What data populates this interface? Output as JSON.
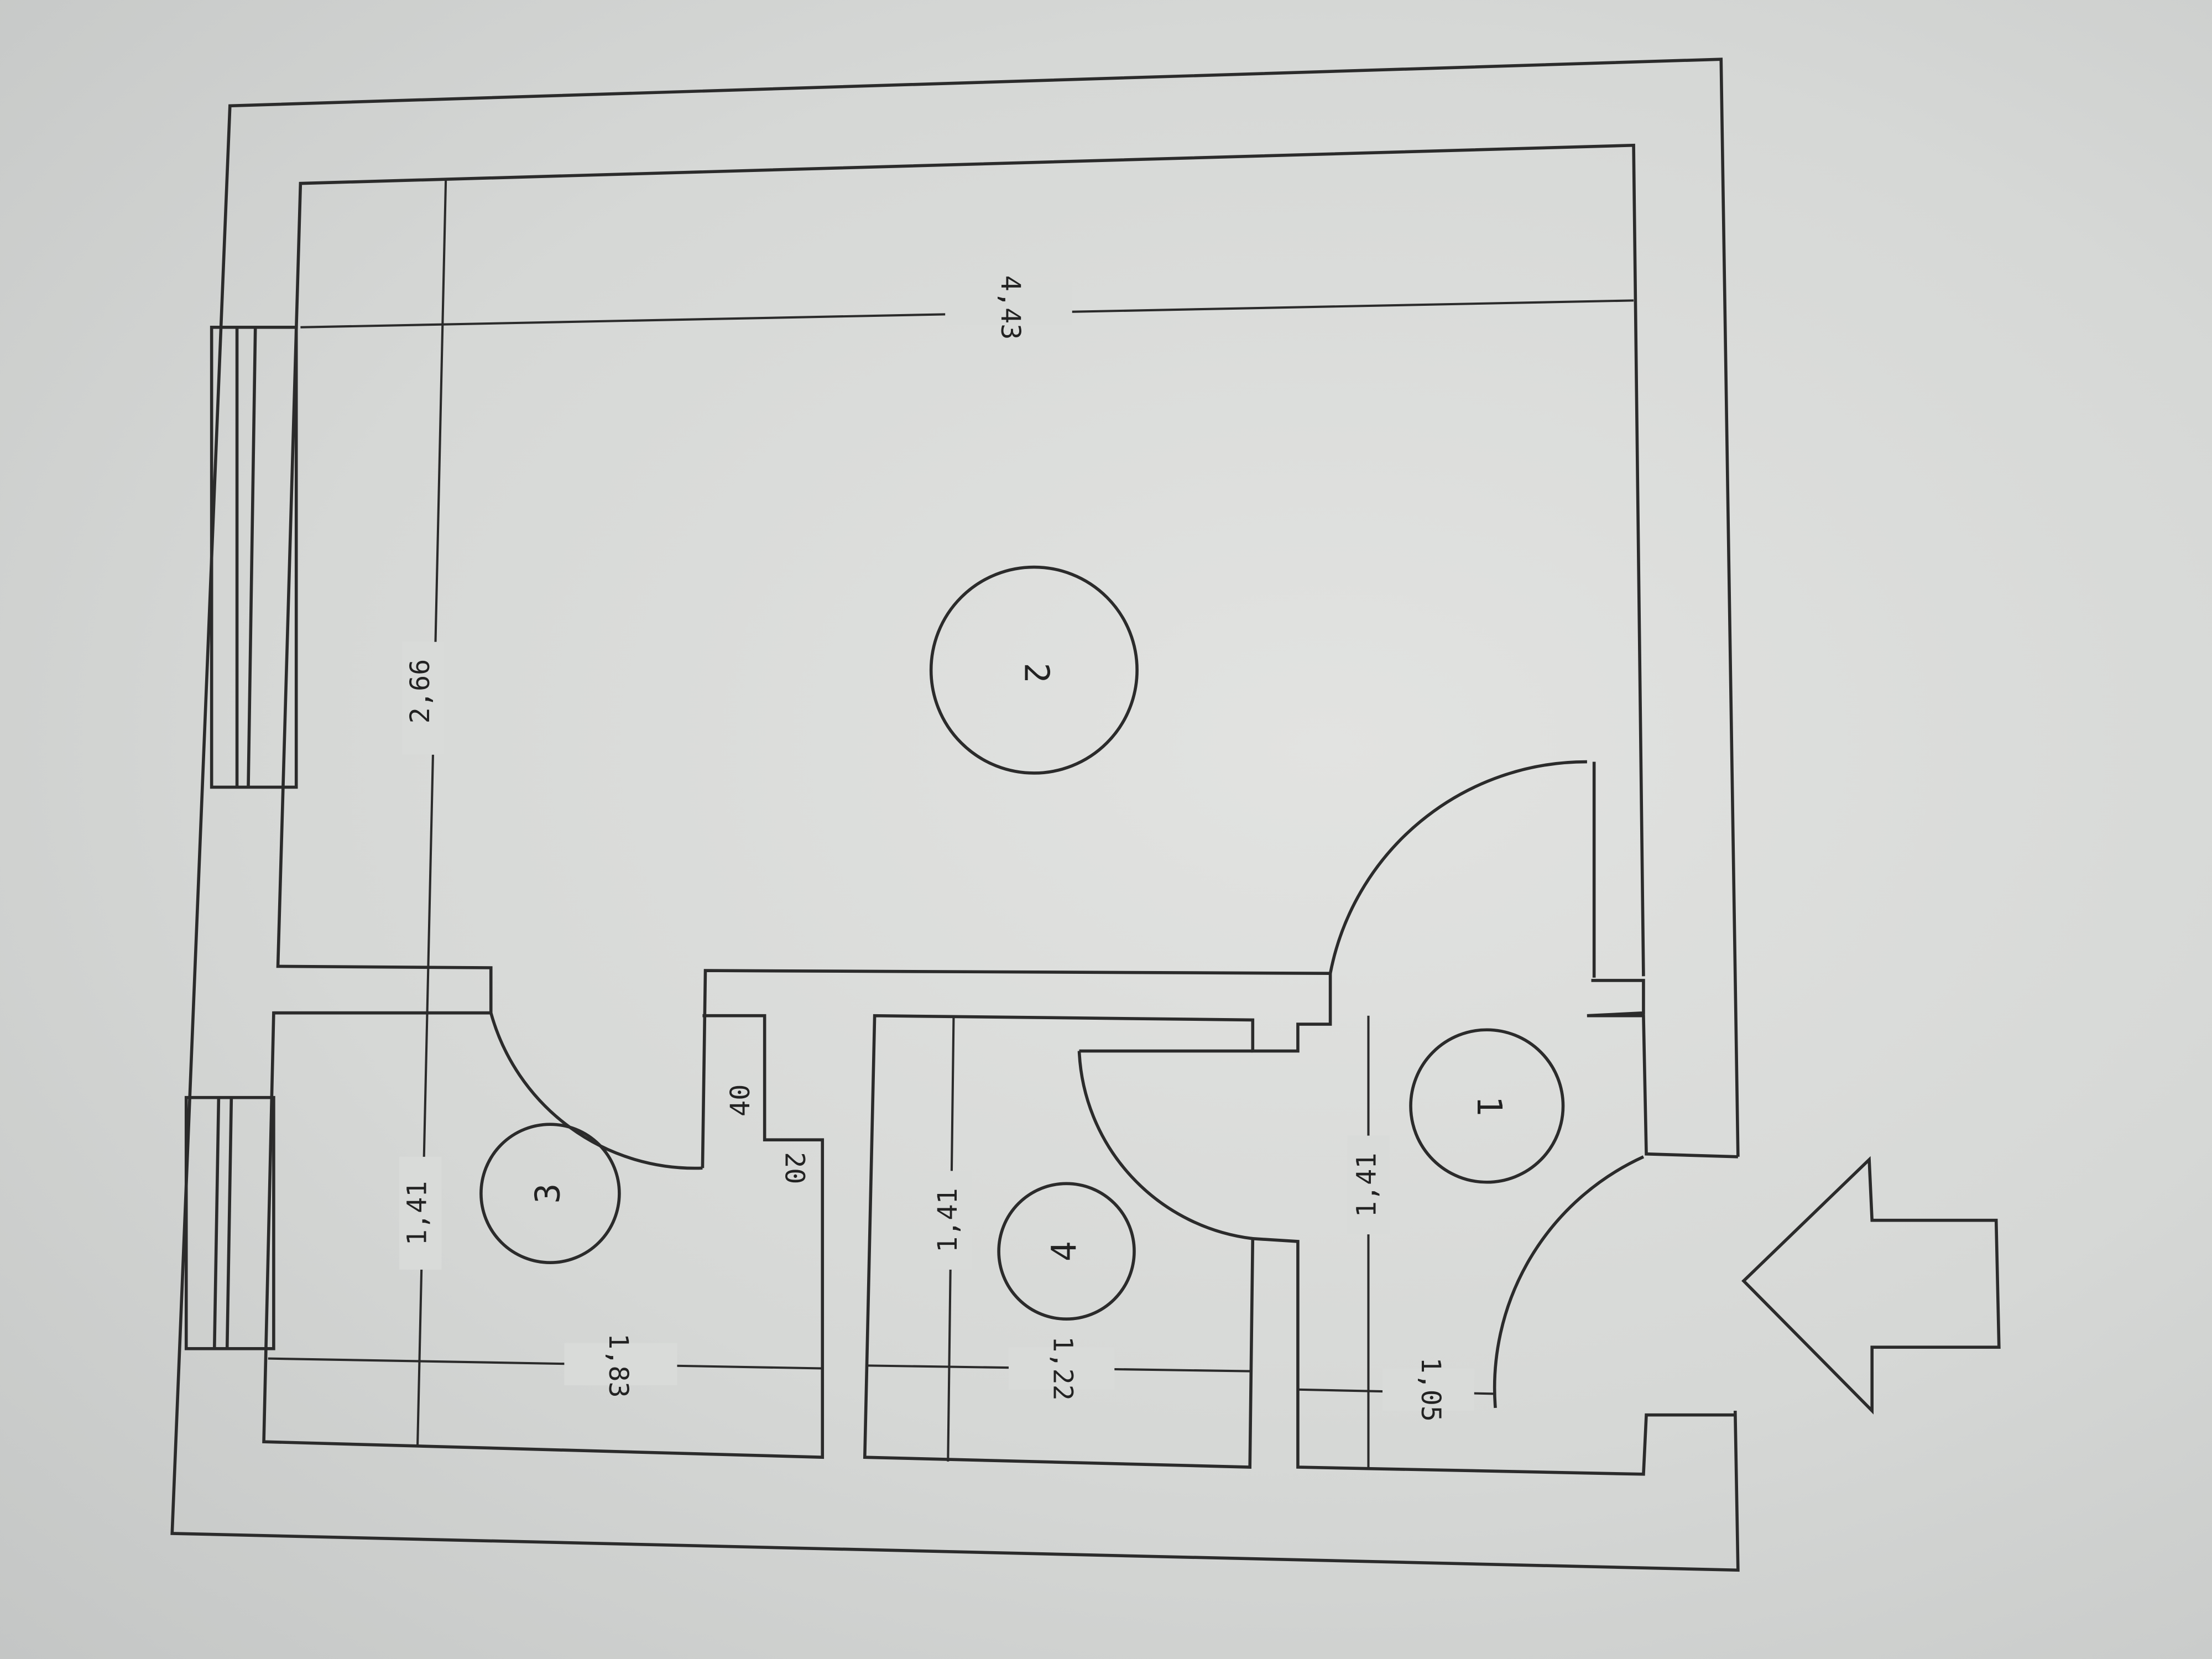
{
  "plan": {
    "rooms": [
      {
        "number": "1"
      },
      {
        "number": "2"
      },
      {
        "number": "3"
      },
      {
        "number": "4"
      }
    ],
    "dimensions": {
      "room2_length": "4,43",
      "room2_width": "2,66",
      "room3_width": "1,41",
      "room3_length": "1,83",
      "room4_width": "1,41",
      "room4_length": "1,22",
      "room1_width": "1,41",
      "room1_length": "1,05",
      "niche_depth": "40",
      "niche_offset": "20"
    },
    "entrance_icon": "entrance-arrow-icon",
    "line_color": "#2b2b2b",
    "paper_color": "#d9dbd9"
  }
}
